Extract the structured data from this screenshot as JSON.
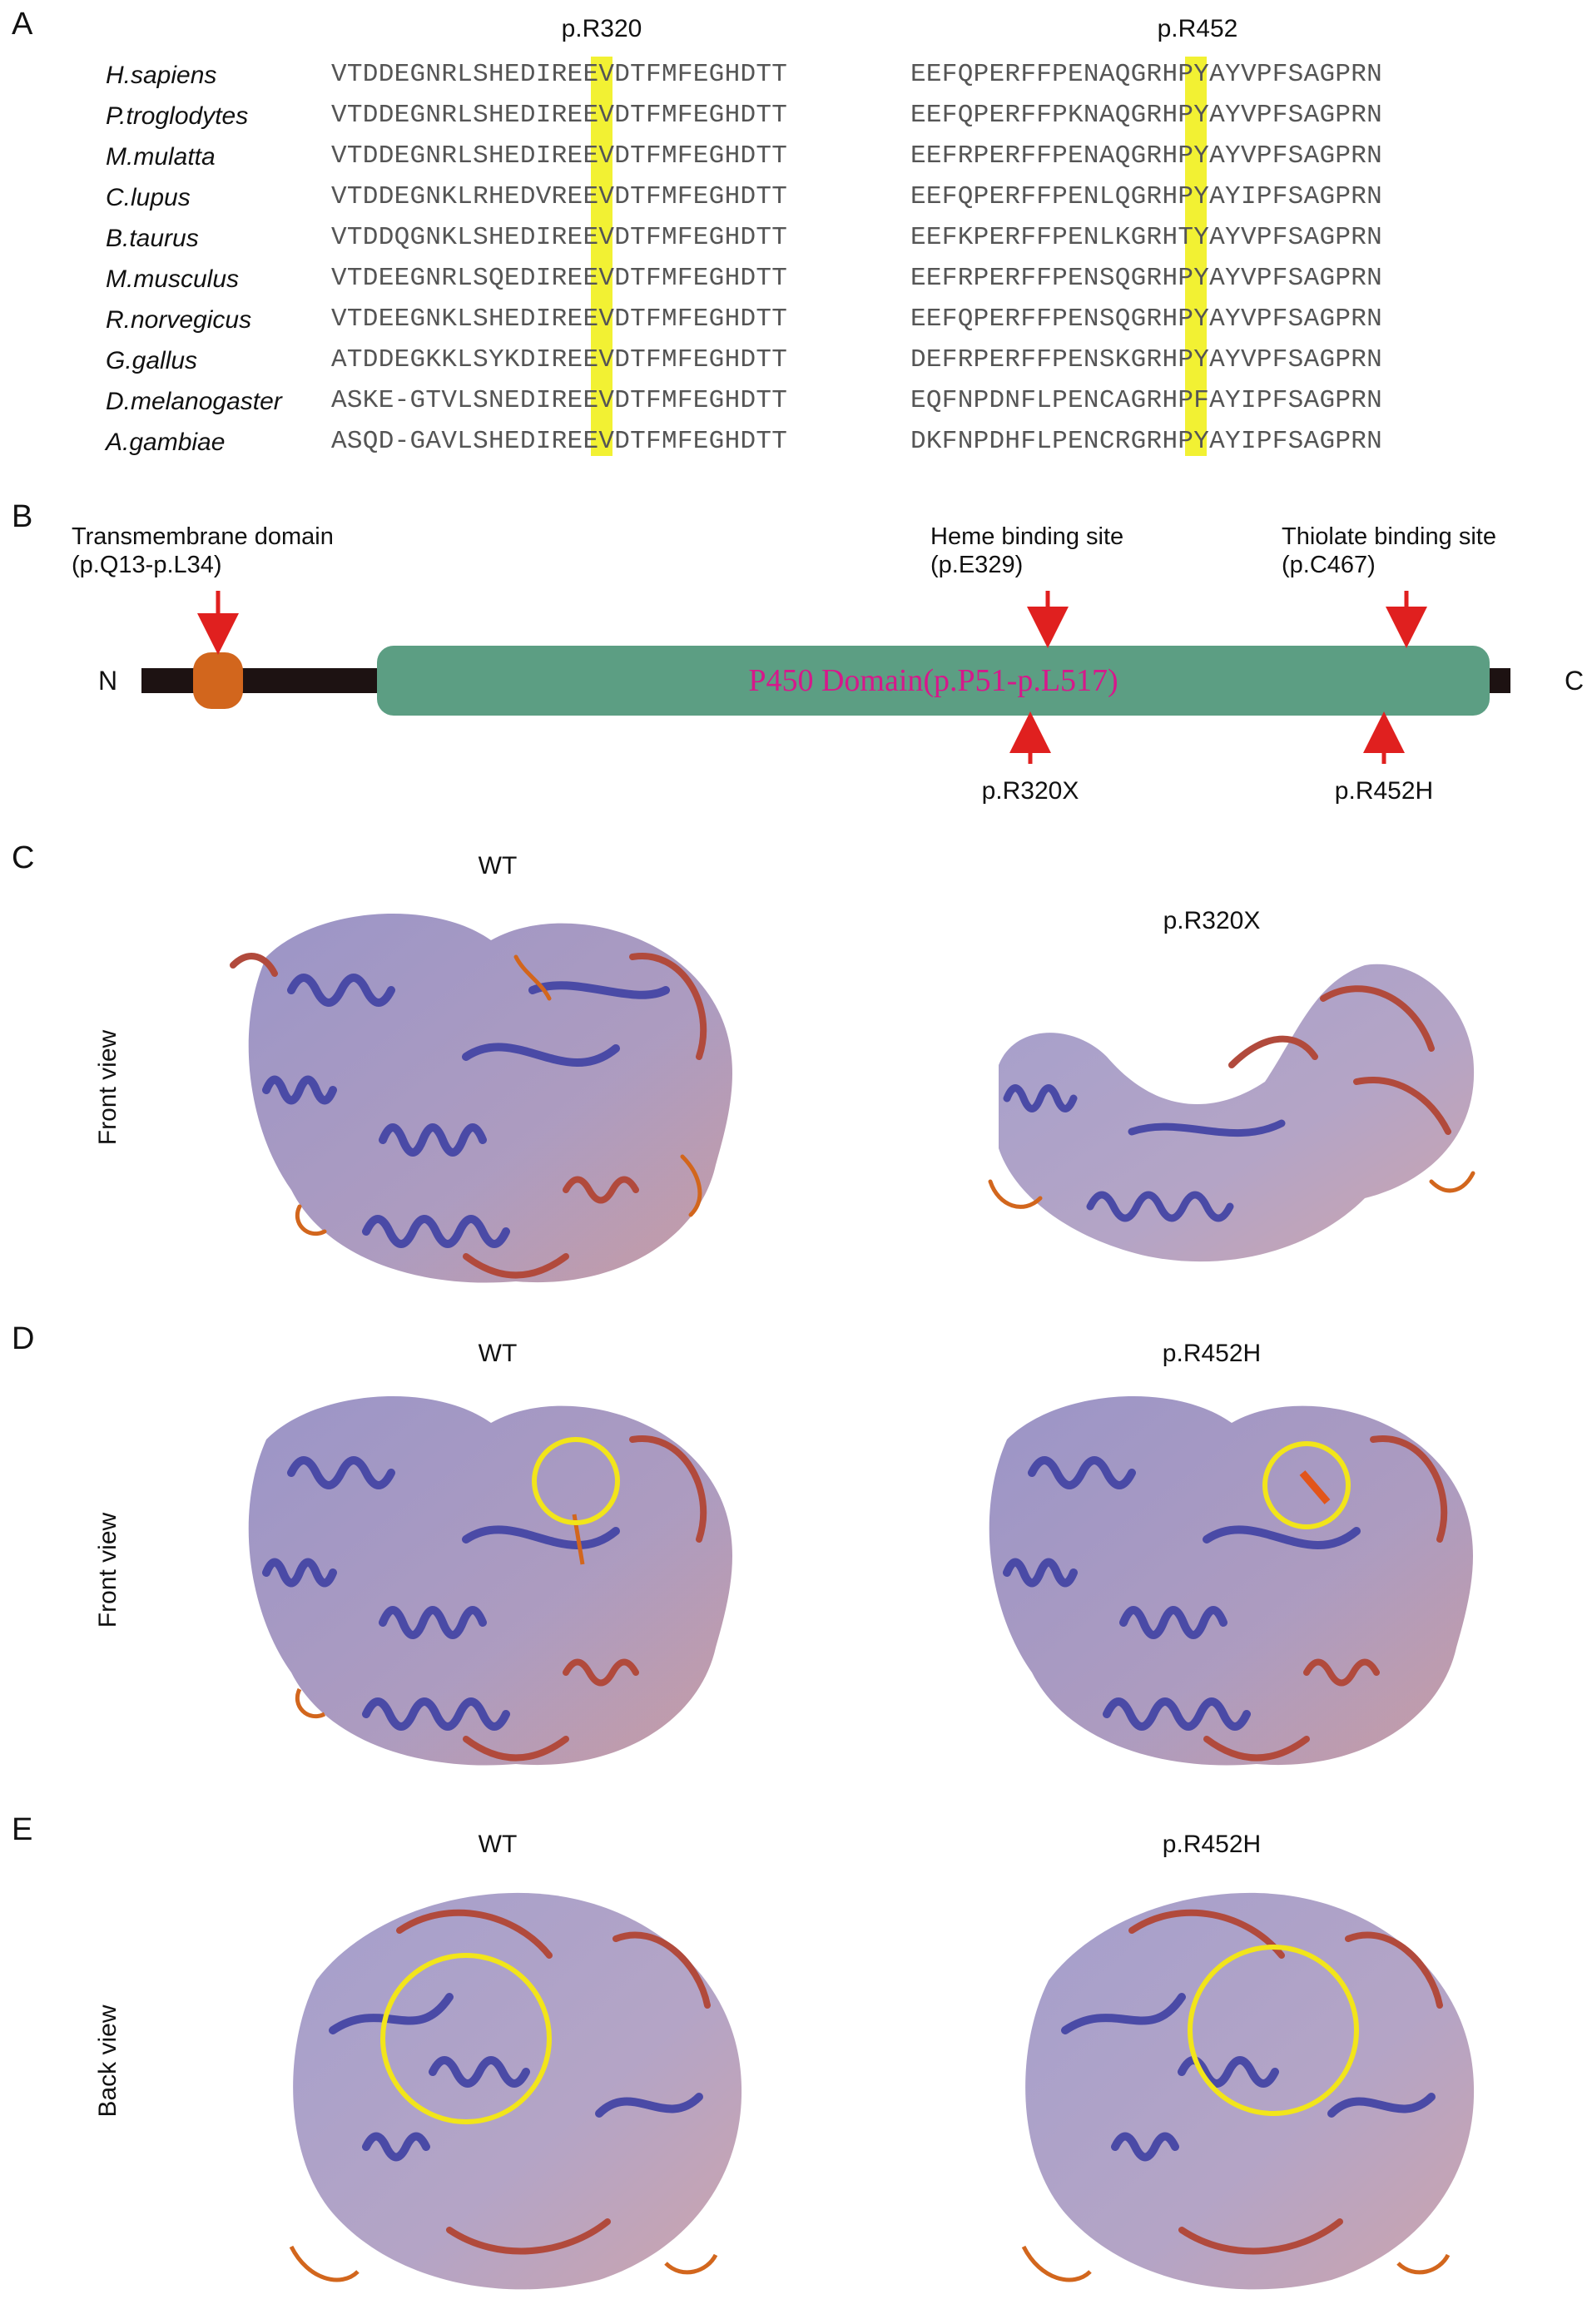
{
  "panels": {
    "a": {
      "letter": "A",
      "mutations": [
        "p.R320",
        "p.R452"
      ],
      "rows": [
        {
          "species": "H.sapiens",
          "seq1": "VTDDEGNRLSHEDIREEVDTFMFEGHDTT",
          "seq2": "EEFQPERFFPENAQGRHPYAYVPFSAGPRN"
        },
        {
          "species": "P.troglodytes",
          "seq1": "VTDDEGNRLSHEDIREEVDTFMFEGHDTT",
          "seq2": "EEFQPERFFPKNAQGRHPYAYVPFSAGPRN"
        },
        {
          "species": "M.mulatta",
          "seq1": "VTDDEGNRLSHEDIREEVDTFMFEGHDTT",
          "seq2": "EEFRPERFFPENAQGRHPYAYVPFSAGPRN"
        },
        {
          "species": "C.lupus",
          "seq1": "VTDDEGNKLRHEDVREEVDTFMFEGHDTT",
          "seq2": "EEFQPERFFPENLQGRHPYAYIPFSAGPRN"
        },
        {
          "species": "B.taurus",
          "seq1": "VTDDQGNKLSHEDIREEVDTFMFEGHDTT",
          "seq2": "EEFKPERFFPENLKGRHTYAYVPFSAGPRN"
        },
        {
          "species": "M.musculus",
          "seq1": "VTDEEGNRLSQEDIREEVDTFMFEGHDTT",
          "seq2": "EEFRPERFFPENSQGRHPYAYVPFSAGPRN"
        },
        {
          "species": "R.norvegicus",
          "seq1": "VTDEEGNKLSHEDIREEVDTFMFEGHDTT",
          "seq2": "EEFQPERFFPENSQGRHPYAYVPFSAGPRN"
        },
        {
          "species": "G.gallus",
          "seq1": "ATDDEGKKLSYKDIREEVDTFMFEGHDTT",
          "seq2": "DEFRPERFFPENSKGRHPYAYVPFSAGPRN"
        },
        {
          "species": "D.melanogaster",
          "seq1": "ASKE-GTVLSNEDIREEVDTFMFEGHDTT",
          "seq2": "EQFNPDNFLPENCAGRHPFAYIPFSAGPRN"
        },
        {
          "species": "A.gambiae",
          "seq1": "ASQD-GAVLSHEDIREEVDTFMFEGHDTT",
          "seq2": "DKFNPDHFLPENCRGRHPYAYIPFSAGPRN"
        }
      ],
      "highlight_color": "#f2f133"
    },
    "b": {
      "letter": "B",
      "tm_label_1": "Transmembrane domain",
      "tm_label_2": "(p.Q13-p.L34)",
      "heme_label_1": "Heme binding site",
      "heme_label_2": "(p.E329)",
      "thiolate_label_1": "Thiolate binding site",
      "thiolate_label_2": "(p.C467)",
      "n_term": "N",
      "c_term": "C",
      "domain_label": "P450 Domain(p.P51-p.L517)",
      "mut1": "p.R320X",
      "mut2": "p.R452H",
      "colors": {
        "domain": "#5c9e83",
        "tm": "#d2661d",
        "backbone": "#1d1212",
        "arrow": "#e0201f",
        "domain_text": "#d6188b"
      }
    },
    "c": {
      "letter": "C",
      "view": "Front view",
      "left_title": "WT",
      "right_title": "p.R320X"
    },
    "d": {
      "letter": "D",
      "view": "Front view",
      "left_title": "WT",
      "right_title": "p.R452H"
    },
    "e": {
      "letter": "E",
      "view": "Back view",
      "left_title": "WT",
      "right_title": "p.R452H"
    }
  }
}
